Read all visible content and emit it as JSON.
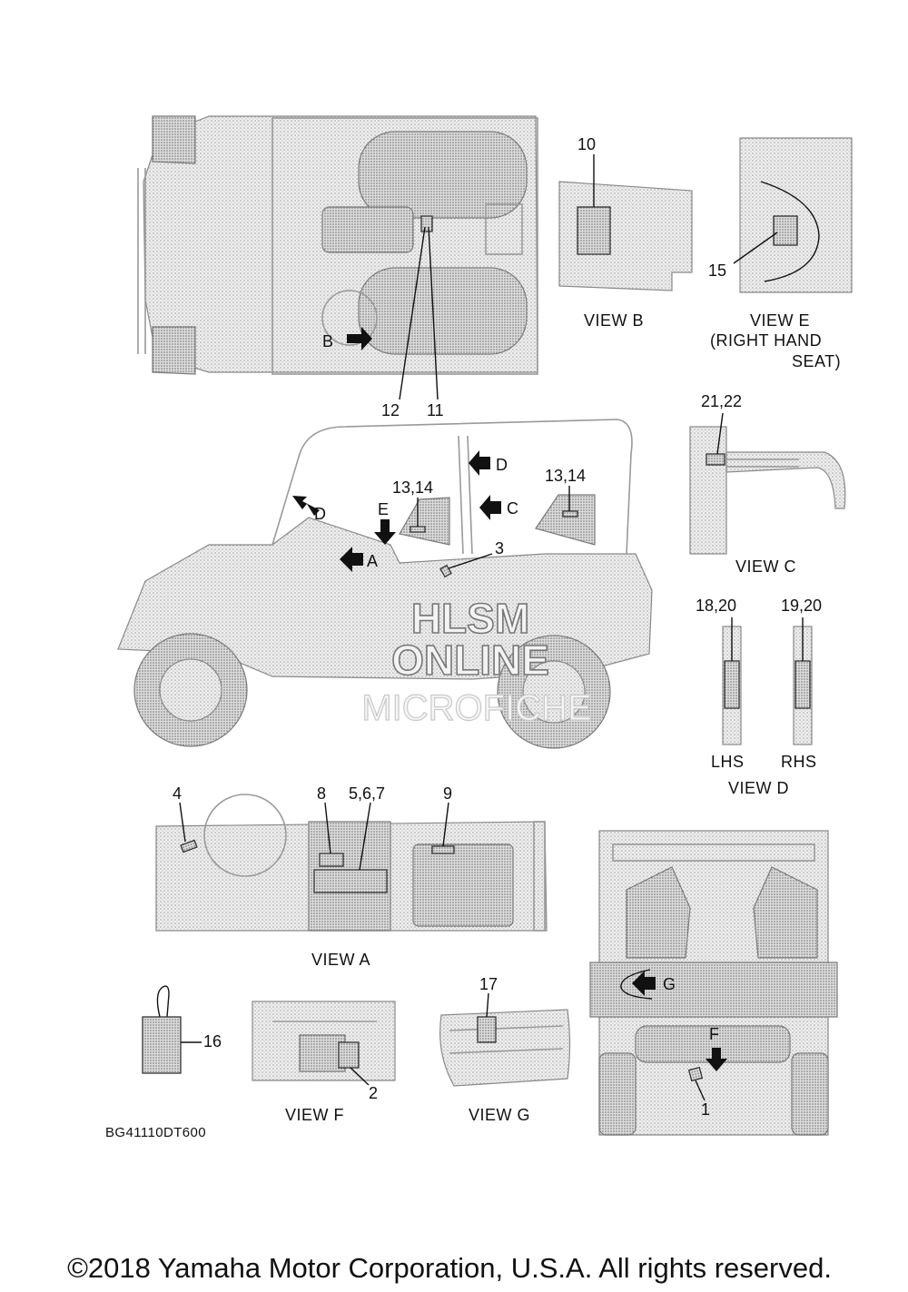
{
  "callouts": {
    "c1": "1",
    "c2": "2",
    "c3": "3",
    "c4": "4",
    "c567": "5,6,7",
    "c8": "8",
    "c9": "9",
    "c10": "10",
    "c11": "11",
    "c12": "12",
    "c1314a": "13,14",
    "c1314b": "13,14",
    "c15": "15",
    "c16": "16",
    "c17": "17",
    "c1820": "18,20",
    "c1920": "19,20",
    "c2122": "21,22"
  },
  "arrows": {
    "a": "A",
    "b": "B",
    "c": "C",
    "d1": "D",
    "d2": "D",
    "e": "E",
    "f": "F",
    "g": "G"
  },
  "views": {
    "a": "VIEW A",
    "b": "VIEW B",
    "c": "VIEW C",
    "d": "VIEW D",
    "d_lhs": "LHS",
    "d_rhs": "RHS",
    "e_line1": "VIEW E",
    "e_line2": "(RIGHT HAND",
    "e_line3": "SEAT)",
    "f": "VIEW F",
    "g": "VIEW G"
  },
  "watermark": {
    "line1": "HLSM",
    "line2": "ONLINE",
    "line3": "MICROFICHE"
  },
  "diagram_code": "BG41110DT600",
  "copyright": "©2018 Yamaha Motor Corporation, U.S.A. All rights reserved."
}
